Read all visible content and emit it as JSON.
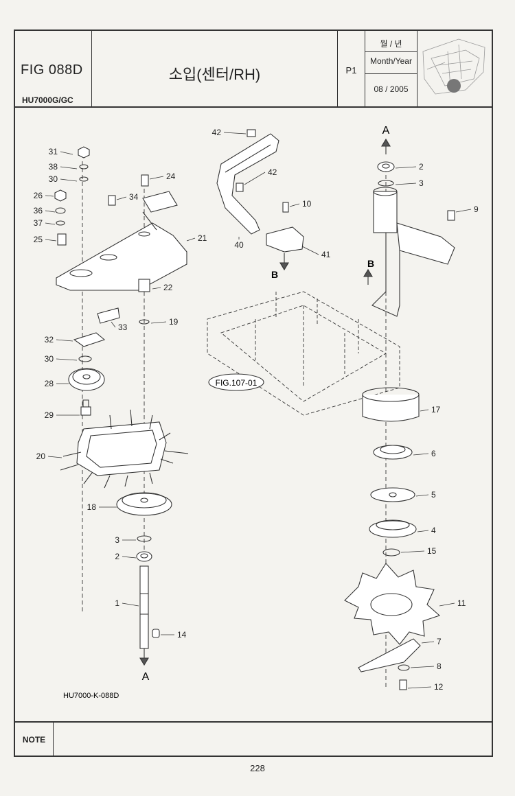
{
  "header": {
    "fig_no": "FIG 088D",
    "model": "HU7000G/GC",
    "title": "소입(센터/RH)",
    "page_ref": "P1",
    "date_label_ko": "월 / 년",
    "date_label_en": "Month/Year",
    "date_value": "08 / 2005",
    "thumbnail": "location-thumbnail-image"
  },
  "drawing": {
    "drawing_code": "HU7000-K-088D",
    "reference_label": "FIG.107-01",
    "arrow_labels": [
      "A",
      "A",
      "B",
      "B"
    ],
    "callouts": [
      "1",
      "2",
      "3",
      "4",
      "5",
      "6",
      "7",
      "8",
      "9",
      "10",
      "11",
      "12",
      "14",
      "15",
      "17",
      "18",
      "19",
      "20",
      "21",
      "22",
      "24",
      "25",
      "26",
      "28",
      "29",
      "30",
      "31",
      "32",
      "33",
      "34",
      "36",
      "37",
      "38",
      "40",
      "41",
      "42"
    ]
  },
  "note": {
    "label": "NOTE",
    "text": ""
  },
  "footer": {
    "page_number": "228"
  }
}
